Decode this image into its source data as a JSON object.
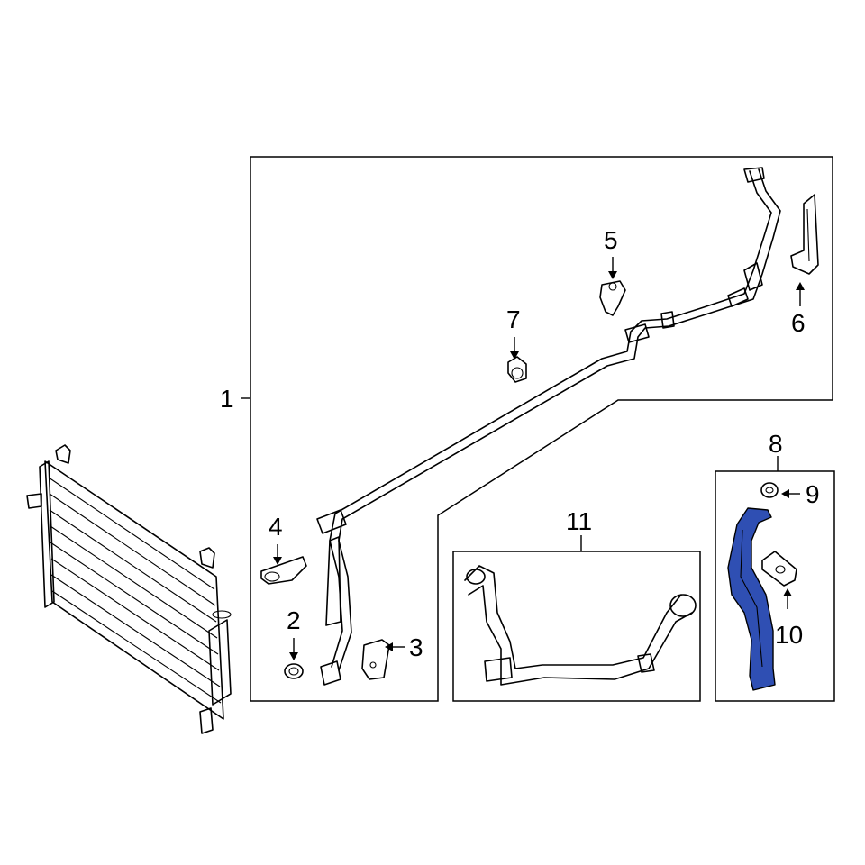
{
  "callouts": {
    "c1": "1",
    "c2": "2",
    "c3": "3",
    "c4": "4",
    "c5": "5",
    "c6": "6",
    "c7": "7",
    "c8": "8",
    "c9": "9",
    "c10": "10",
    "c11": "11"
  },
  "highlight_color": "#2f4fb3"
}
